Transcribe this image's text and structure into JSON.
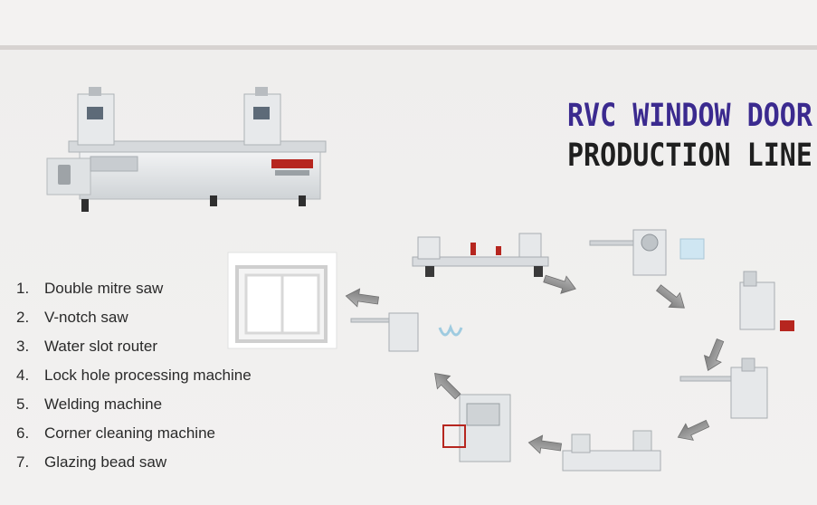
{
  "title": {
    "line1": "RVC WINDOW DOOR",
    "line2": "PRODUCTION LINE"
  },
  "machines": [
    {
      "num": "1.",
      "label": "Double mitre saw"
    },
    {
      "num": "2.",
      "label": "V-notch saw"
    },
    {
      "num": "3.",
      "label": "Water slot router"
    },
    {
      "num": "4.",
      "label": "Lock hole processing machine"
    },
    {
      "num": "5.",
      "label": "Welding machine"
    },
    {
      "num": "6.",
      "label": "Corner cleaning machine"
    },
    {
      "num": "7.",
      "label": "Glazing bead saw"
    }
  ],
  "colors": {
    "title_accent": "#3b2a8f",
    "title_dark": "#1f1f1f",
    "machine_body": "#e4e6e8",
    "arrow": "#8e8e8e"
  }
}
